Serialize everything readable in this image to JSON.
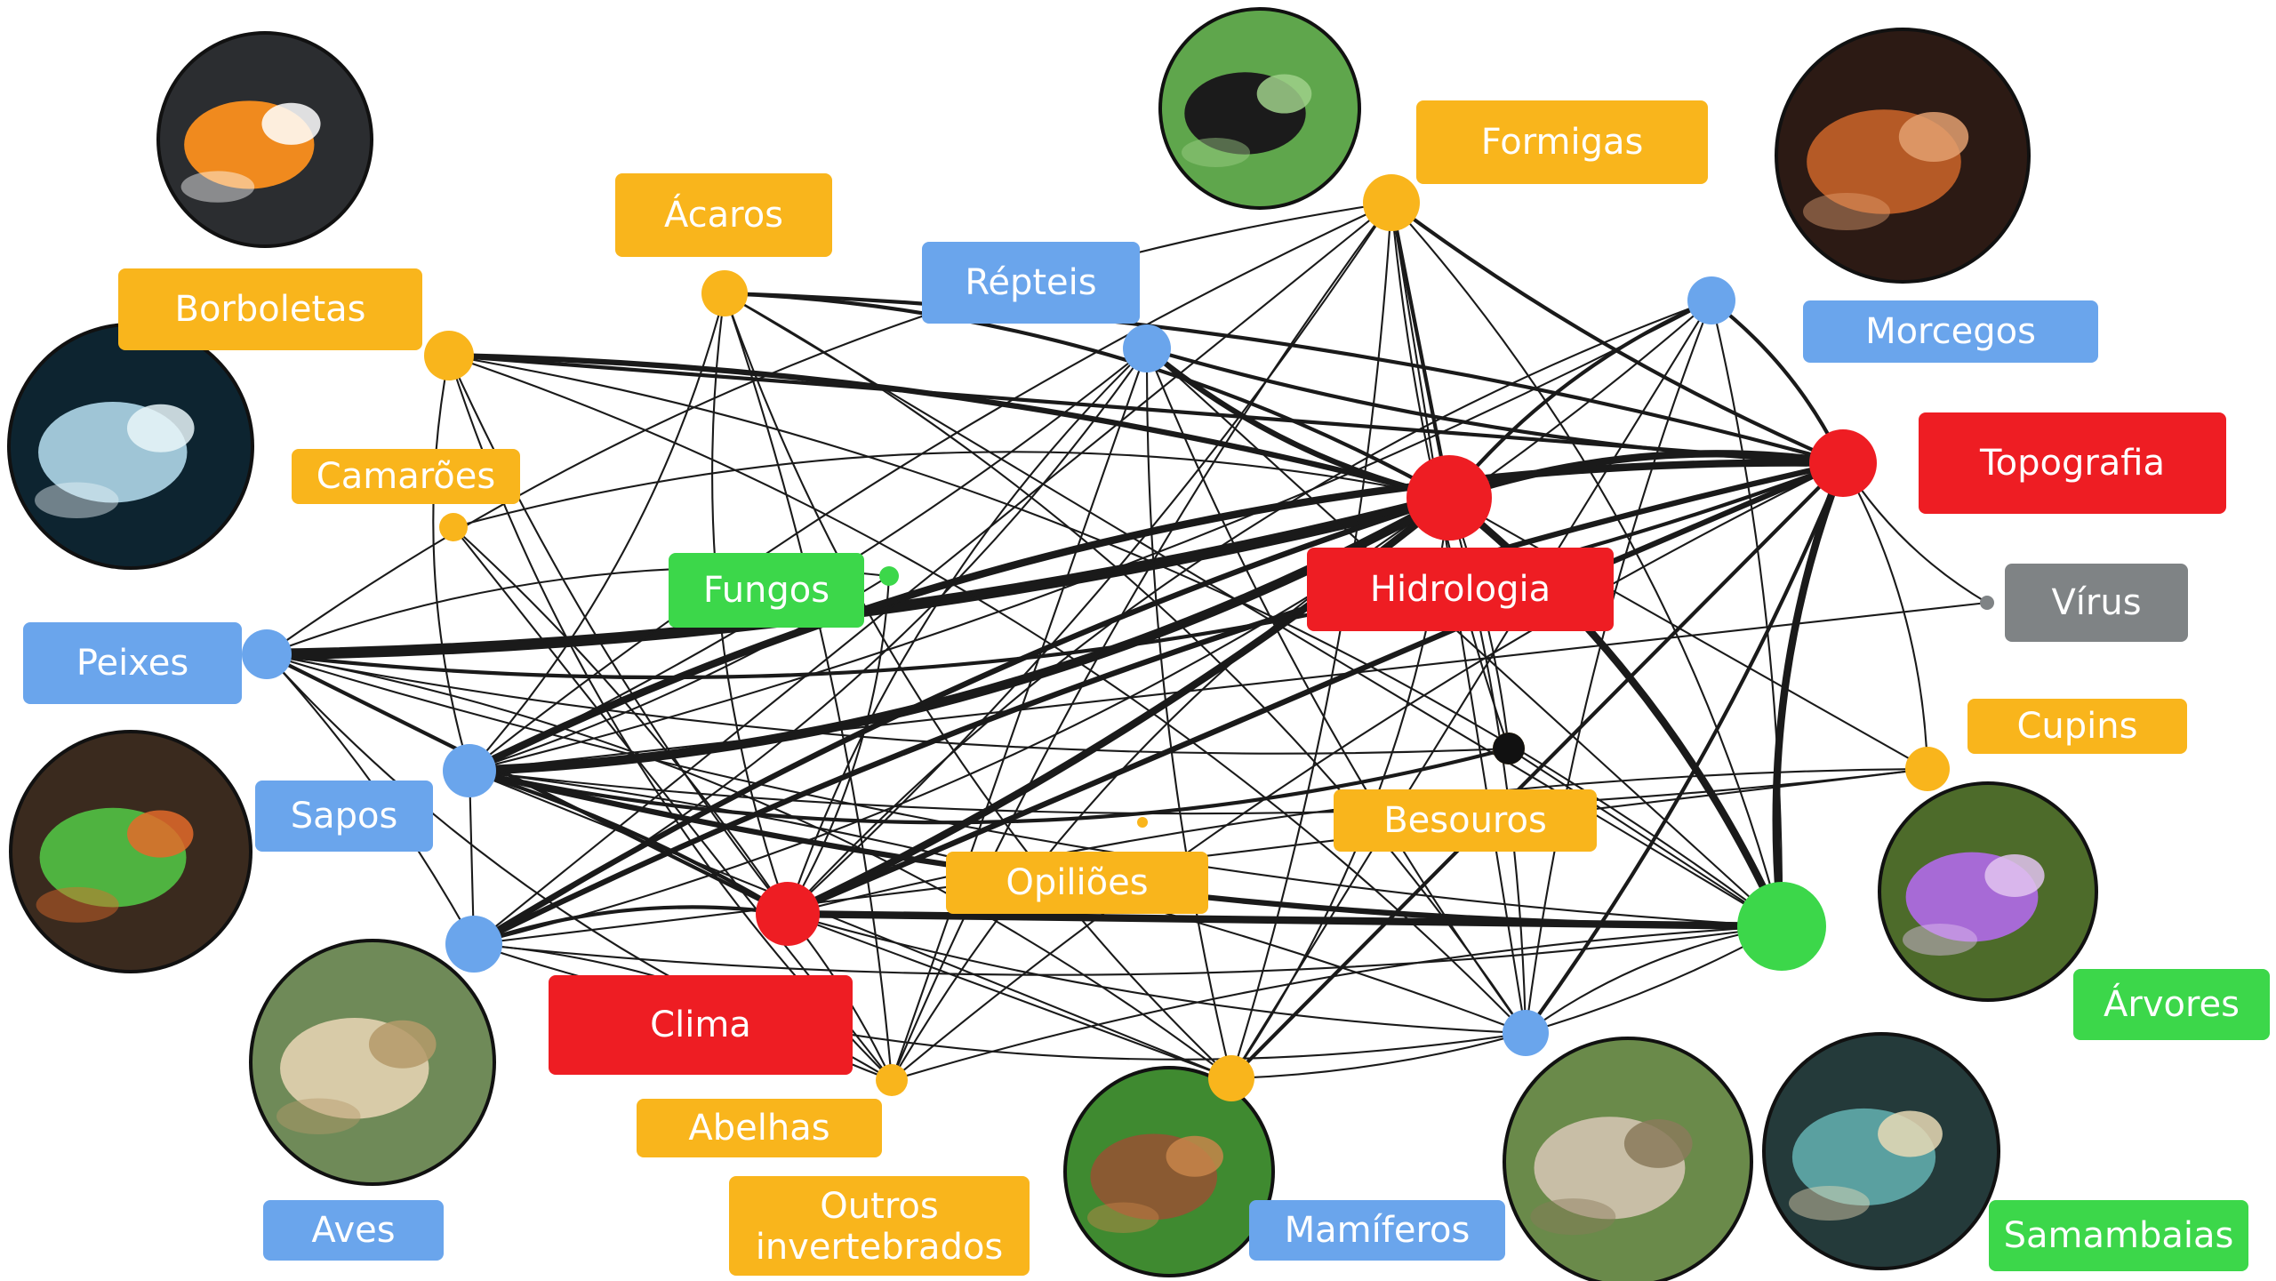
{
  "colors": {
    "yellow": "#F9B51C",
    "blue": "#6AA5EC",
    "red": "#EE1D23",
    "green": "#3CD74A",
    "gray": "#7F8385",
    "black": "#111111",
    "edge": "#1a1a1a"
  },
  "nodes": [
    {
      "id": "borboletas",
      "label": "Borboletas",
      "group": "yellow",
      "photo": "butterfly"
    },
    {
      "id": "acaros",
      "label": "Ácaros",
      "group": "yellow"
    },
    {
      "id": "repteis",
      "label": "Répteis",
      "group": "blue"
    },
    {
      "id": "formigas",
      "label": "Formigas",
      "group": "yellow",
      "photo": "ant"
    },
    {
      "id": "morcegos",
      "label": "Morcegos",
      "group": "blue",
      "photo": "bat"
    },
    {
      "id": "topografia",
      "label": "Topografia",
      "group": "red"
    },
    {
      "id": "hidrologia",
      "label": "Hidrologia",
      "group": "red"
    },
    {
      "id": "camaroes",
      "label": "Camarões",
      "group": "yellow",
      "photo": "shrimp"
    },
    {
      "id": "fungos",
      "label": "Fungos",
      "group": "green"
    },
    {
      "id": "peixes",
      "label": "Peixes",
      "group": "blue"
    },
    {
      "id": "virus",
      "label": "Vírus",
      "group": "gray"
    },
    {
      "id": "cupins",
      "label": "Cupins",
      "group": "yellow"
    },
    {
      "id": "sapos",
      "label": "Sapos",
      "group": "blue",
      "photo": "frog"
    },
    {
      "id": "besouros",
      "label": "Besouros",
      "group": "yellow"
    },
    {
      "id": "opilioes",
      "label": "Opiliões",
      "group": "yellow"
    },
    {
      "id": "arvores",
      "label": "Árvores",
      "group": "green",
      "photo": "flower"
    },
    {
      "id": "clima",
      "label": "Clima",
      "group": "red"
    },
    {
      "id": "aves",
      "label": "Aves",
      "group": "blue",
      "photo": "bird"
    },
    {
      "id": "abelhas",
      "label": "Abelhas",
      "group": "yellow"
    },
    {
      "id": "outros",
      "label": "Outros invertebrados",
      "group": "yellow"
    },
    {
      "id": "mamiferos",
      "label": "Mamíferos",
      "group": "blue",
      "photo": "sloth"
    },
    {
      "id": "samambaias",
      "label": "Samambaias",
      "group": "green",
      "photo": "fern"
    },
    {
      "id": "spider",
      "label": "",
      "group": "yellow",
      "photo": "spider"
    }
  ],
  "edges": [
    [
      "hidrologia",
      "topografia",
      4
    ],
    [
      "hidrologia",
      "clima",
      4
    ],
    [
      "topografia",
      "clima",
      3
    ],
    [
      "peixes",
      "hidrologia",
      6
    ],
    [
      "sapos",
      "hidrologia",
      5
    ],
    [
      "sapos",
      "topografia",
      4
    ],
    [
      "aves",
      "topografia",
      3
    ],
    [
      "clima",
      "arvores",
      4
    ],
    [
      "sapos",
      "arvores",
      3
    ],
    [
      "topografia",
      "arvores",
      4
    ],
    [
      "hidrologia",
      "arvores",
      4
    ],
    [
      "borboletas",
      "hidrologia",
      3
    ],
    [
      "borboletas",
      "topografia",
      2
    ],
    [
      "repteis",
      "topografia",
      2
    ],
    [
      "repteis",
      "hidrologia",
      3
    ],
    [
      "acaros",
      "hidrologia",
      2
    ],
    [
      "acaros",
      "topografia",
      2
    ],
    [
      "formigas",
      "hidrologia",
      2
    ],
    [
      "formigas",
      "topografia",
      2
    ],
    [
      "morcegos",
      "hidrologia",
      2
    ],
    [
      "morcegos",
      "topografia",
      2
    ],
    [
      "aves",
      "hidrologia",
      3
    ],
    [
      "clima",
      "peixes",
      2
    ],
    [
      "clima",
      "sapos",
      2
    ],
    [
      "clima",
      "aves",
      2
    ],
    [
      "besouros",
      "sapos",
      2
    ],
    [
      "besouros",
      "peixes",
      1
    ],
    [
      "spider",
      "topografia",
      2
    ],
    [
      "mamiferos",
      "topografia",
      2
    ],
    [
      "peixes",
      "topografia",
      2
    ],
    [
      "borboletas",
      "arvores",
      1
    ],
    [
      "formigas",
      "clima",
      1
    ],
    [
      "formigas",
      "aves",
      1
    ],
    [
      "formigas",
      "sapos",
      1
    ],
    [
      "formigas",
      "peixes",
      1
    ],
    [
      "formigas",
      "arvores",
      1
    ],
    [
      "formigas",
      "spider",
      1
    ],
    [
      "formigas",
      "mamiferos",
      1
    ],
    [
      "formigas",
      "besouros",
      1
    ],
    [
      "morcegos",
      "clima",
      1
    ],
    [
      "morcegos",
      "aves",
      1
    ],
    [
      "morcegos",
      "sapos",
      1
    ],
    [
      "morcegos",
      "spider",
      1
    ],
    [
      "morcegos",
      "mamiferos",
      1
    ],
    [
      "repteis",
      "clima",
      1
    ],
    [
      "repteis",
      "aves",
      1
    ],
    [
      "repteis",
      "sapos",
      1
    ],
    [
      "repteis",
      "arvores",
      1
    ],
    [
      "repteis",
      "spider",
      1
    ],
    [
      "acaros",
      "clima",
      1
    ],
    [
      "acaros",
      "sapos",
      1
    ],
    [
      "acaros",
      "abelhas",
      1
    ],
    [
      "acaros",
      "arvores",
      1
    ],
    [
      "borboletas",
      "clima",
      1
    ],
    [
      "borboletas",
      "sapos",
      1
    ],
    [
      "borboletas",
      "mamiferos",
      1
    ],
    [
      "camaroes",
      "clima",
      1
    ],
    [
      "camaroes",
      "abelhas",
      1
    ],
    [
      "peixes",
      "arvores",
      1
    ],
    [
      "peixes",
      "abelhas",
      1
    ],
    [
      "peixes",
      "spider",
      1
    ],
    [
      "sapos",
      "mamiferos",
      1
    ],
    [
      "sapos",
      "spider",
      1
    ],
    [
      "aves",
      "arvores",
      1
    ],
    [
      "aves",
      "mamiferos",
      1
    ],
    [
      "aves",
      "abelhas",
      1
    ],
    [
      "clima",
      "abelhas",
      1
    ],
    [
      "clima",
      "spider",
      1
    ],
    [
      "clima",
      "mamiferos",
      1
    ],
    [
      "hidrologia",
      "abelhas",
      1
    ],
    [
      "hidrologia",
      "spider",
      1
    ],
    [
      "hidrologia",
      "mamiferos",
      1
    ],
    [
      "hidrologia",
      "cupins",
      1
    ],
    [
      "topografia",
      "abelhas",
      1
    ],
    [
      "topografia",
      "virus",
      1
    ],
    [
      "topografia",
      "cupins",
      1
    ],
    [
      "cupins",
      "sapos",
      1
    ],
    [
      "cupins",
      "aves",
      1
    ],
    [
      "cupins",
      "clima",
      1
    ],
    [
      "spider",
      "arvores",
      1
    ],
    [
      "mamiferos",
      "arvores",
      1
    ],
    [
      "abelhas",
      "arvores",
      1
    ],
    [
      "besouros",
      "arvores",
      1
    ],
    [
      "besouros",
      "hidrologia",
      1
    ],
    [
      "fungos",
      "peixes",
      1
    ],
    [
      "fungos",
      "clima",
      1
    ],
    [
      "fungos",
      "sapos",
      1
    ],
    [
      "repteis",
      "abelhas",
      1
    ],
    [
      "repteis",
      "mamiferos",
      1
    ],
    [
      "borboletas",
      "abelhas",
      1
    ],
    [
      "camaroes",
      "hidrologia",
      1
    ],
    [
      "peixes",
      "aves",
      1
    ],
    [
      "sapos",
      "aves",
      1
    ],
    [
      "formigas",
      "abelhas",
      1
    ],
    [
      "acaros",
      "spider",
      1
    ],
    [
      "acaros",
      "mamiferos",
      1
    ],
    [
      "morcegos",
      "arvores",
      1
    ],
    [
      "virus",
      "sapos",
      1
    ]
  ]
}
